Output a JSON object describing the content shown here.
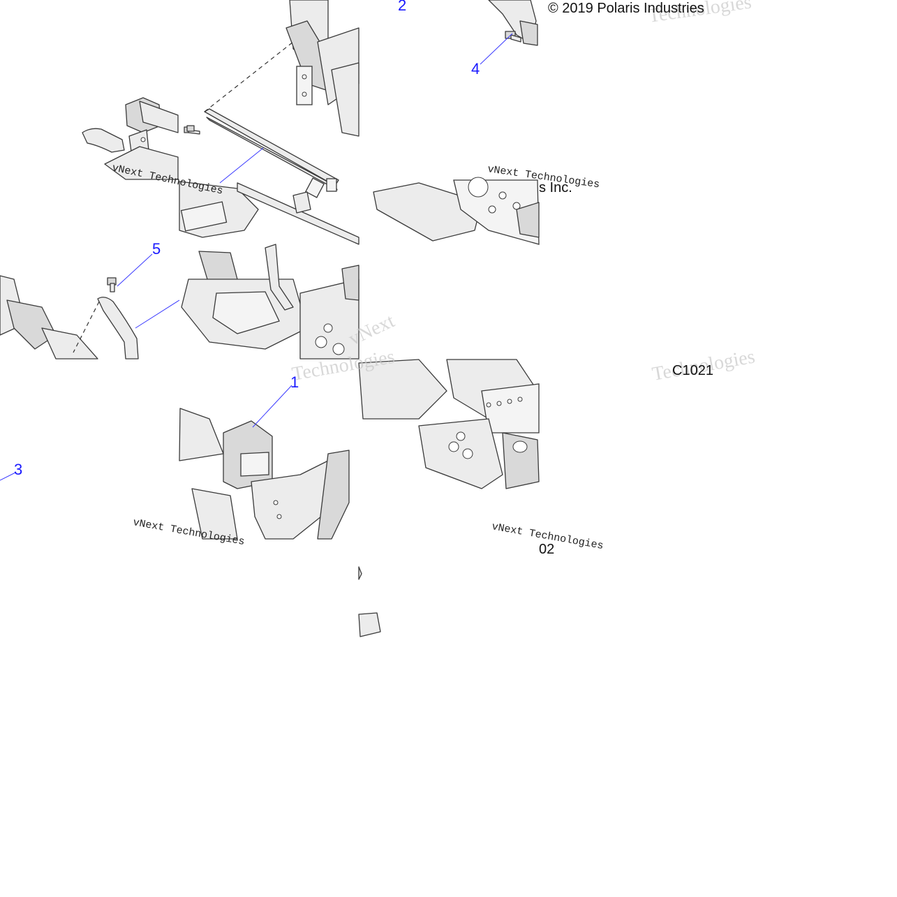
{
  "callouts": [
    {
      "label": "1"
    },
    {
      "label": "2"
    },
    {
      "label": "3"
    },
    {
      "label": "4"
    },
    {
      "label": "5"
    }
  ],
  "copyright_fragment": "© 2019 Polaris Industries",
  "copyright_fragment_2": "s Inc.",
  "code_fragment": "C1021",
  "code_fragment_2": "02",
  "watermarks": [
    {
      "text": "vNext Technologies"
    },
    {
      "text": "Technologies"
    },
    {
      "text": "vNext"
    }
  ],
  "colors": {
    "callout": "#1a1aff",
    "line_art": "#3a3a3a",
    "part_fill": "#ececec",
    "watermark": "#c8c8c8"
  }
}
